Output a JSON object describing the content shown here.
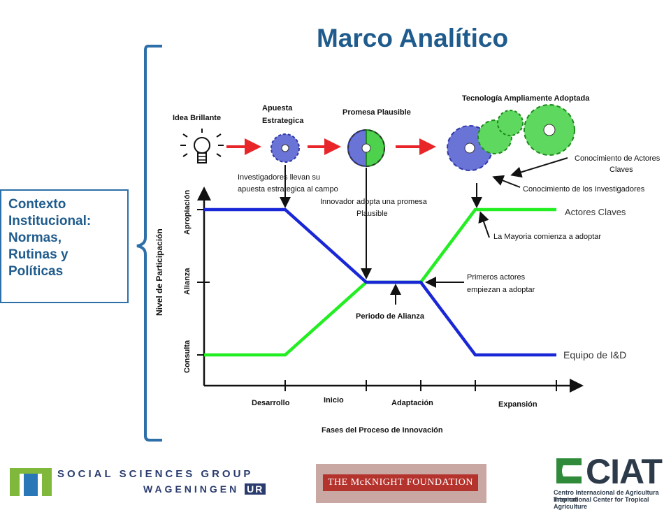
{
  "title": "Marco Analítico",
  "context_box": {
    "lines": [
      "Contexto",
      "Institucional:",
      "Normas,",
      "Rutinas y",
      "Políticas"
    ]
  },
  "stages": {
    "idea": "Idea Brillante",
    "apuesta_1": "Apuesta",
    "apuesta_2": "Estrategica",
    "promesa": "Promesa Plausible",
    "tecnologia": "Tecnología Ampliamente Adoptada"
  },
  "annotations": {
    "investigadores_1": "Investigadores llevan su",
    "investigadores_2": "apuesta estrategica al campo",
    "innovador_1": "Innovador adopta una promesa",
    "innovador_2": "Plausible",
    "conoc_actores_1": "Conocimiento de Actores",
    "conoc_actores_2": "Claves",
    "conoc_investigadores": "Conocimiento de los Investigadores",
    "mayoria": "La Mayoria comienza a adoptar",
    "primeros_1": "Primeros actores",
    "primeros_2": "empiezan a adoptar",
    "periodo": "Periodo de Alianza"
  },
  "axis": {
    "y_label": "Nivel de Participación",
    "levels": [
      "Apropiación",
      "Alianza",
      "Consulta"
    ],
    "phases": [
      "Desarrollo",
      "Inicio",
      "Adaptación",
      "Expansión"
    ],
    "x_label": "Fases del Proceso de Innovación"
  },
  "legend": {
    "actores": "Actores Claves",
    "equipo": "Equipo de I&D"
  },
  "colors": {
    "title": "#1f5b8c",
    "blue_line": "#1a27d6",
    "green_line": "#22ee22",
    "arrow_red": "#e8262a"
  },
  "logos": {
    "ssg": "SOCIAL SCIENCES GROUP",
    "wageningen": "WAGENINGEN",
    "ur": "UR",
    "mcknight": "THE McKNIGHT FOUNDATION",
    "ciat": "CIAT",
    "ciat_sub1": "Centro Internacional de Agricultura Tropical",
    "ciat_sub2": "International Center for Tropical Agriculture"
  }
}
